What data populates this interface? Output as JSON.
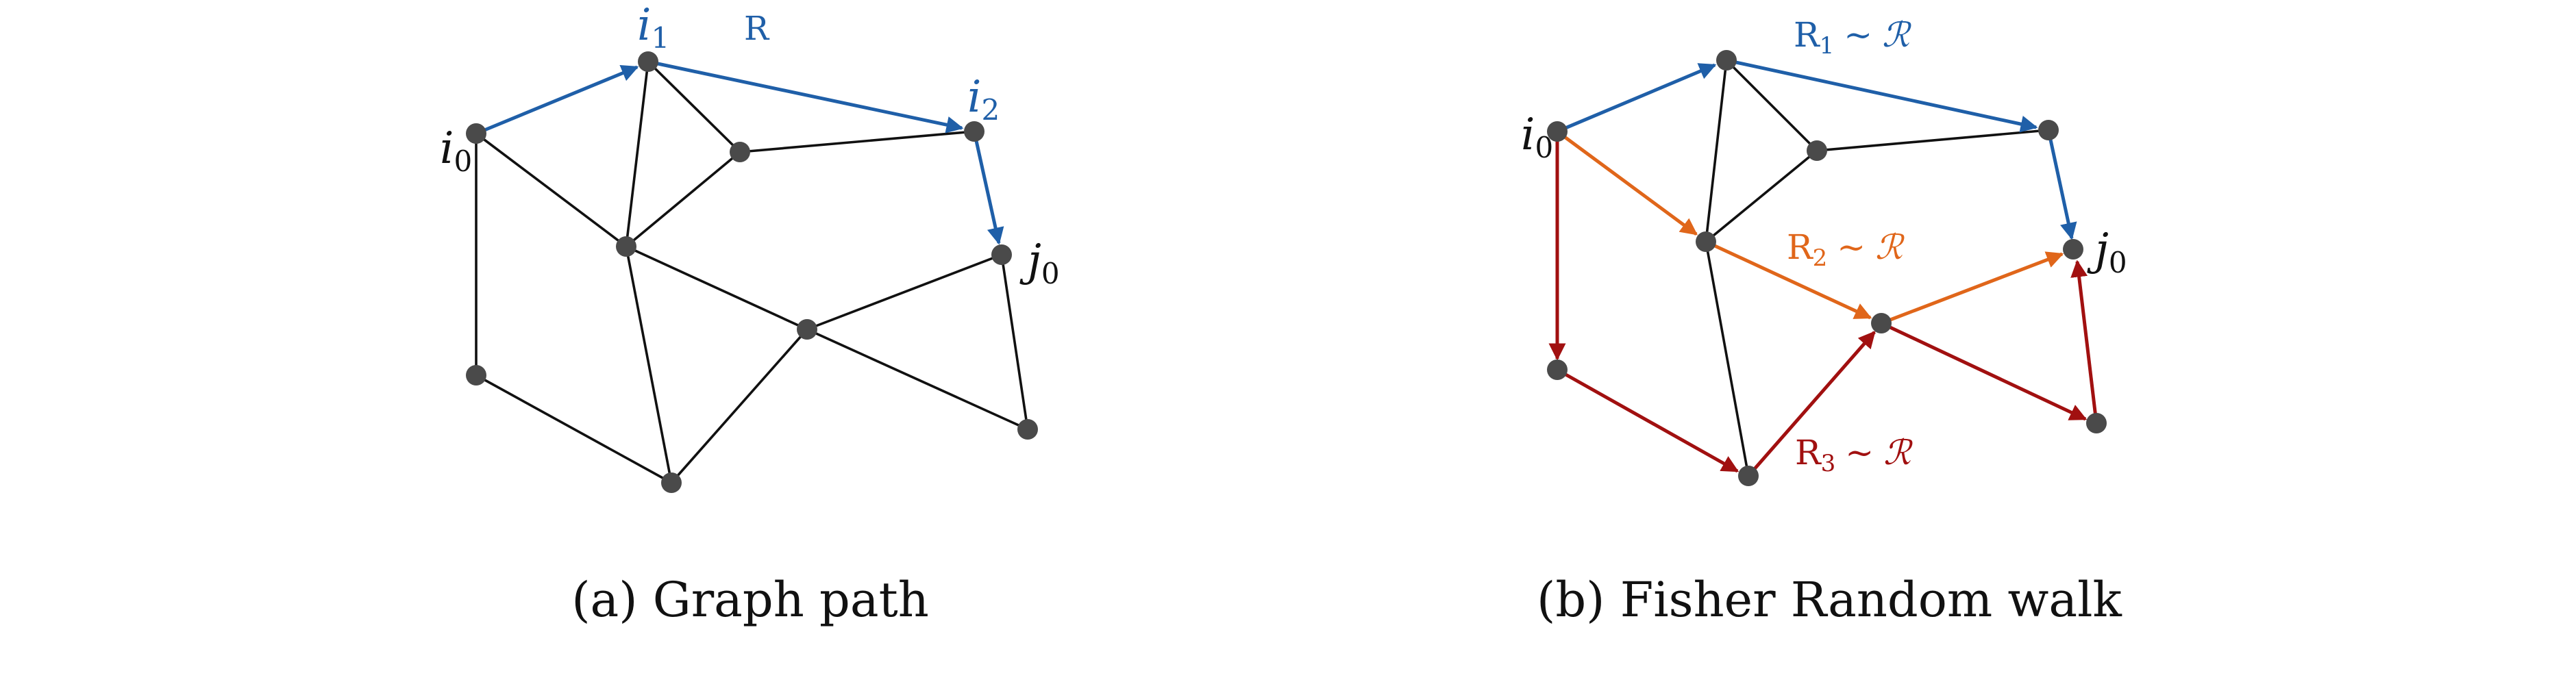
{
  "colors": {
    "blue": "#1f5fa8",
    "orange": "#e0661a",
    "darkred": "#a11010",
    "black": "#111111",
    "node": "#4a4a4a"
  },
  "panel_a": {
    "caption": "(a) Graph path",
    "labels": {
      "i0_base": "i",
      "i0_sub": "0",
      "i1_base": "i",
      "i1_sub": "1",
      "i2_base": "i",
      "i2_sub": "2",
      "j0_base": "j",
      "j0_sub": "0",
      "path_label": "R"
    }
  },
  "panel_b": {
    "caption": "(b) Fisher Random walk",
    "labels": {
      "i0_base": "i",
      "i0_sub": "0",
      "j0_base": "j",
      "j0_sub": "0",
      "r1_base": "R",
      "r1_sub": "1",
      "r1_rel": "~",
      "r1_dist": "ℛ",
      "r2_base": "R",
      "r2_sub": "2",
      "r2_rel": "~",
      "r2_dist": "ℛ",
      "r3_base": "R",
      "r3_sub": "3",
      "r3_rel": "~",
      "r3_dist": "ℛ"
    }
  }
}
